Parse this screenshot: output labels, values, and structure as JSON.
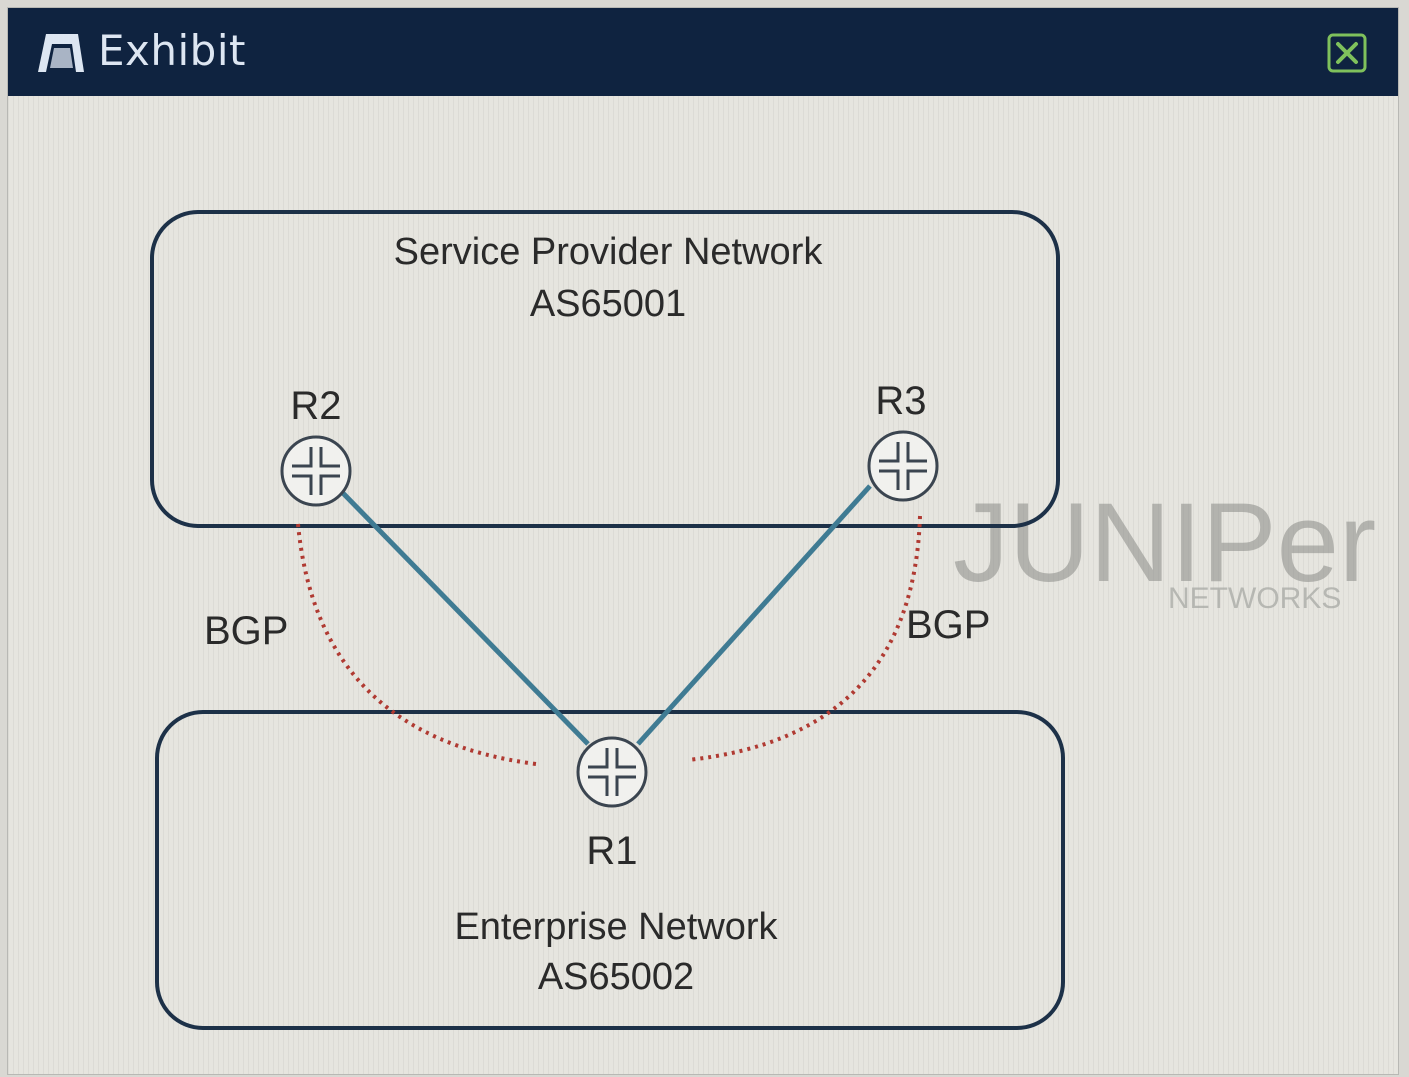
{
  "window": {
    "title": "Exhibit",
    "title_icon": "exhibit-icon",
    "close_icon": "close-icon"
  },
  "diagram": {
    "service_provider": {
      "name": "Service Provider Network",
      "as": "AS65001"
    },
    "enterprise": {
      "name": "Enterprise Network",
      "as": "AS65002"
    },
    "routers": {
      "r1": "R1",
      "r2": "R2",
      "r3": "R3"
    },
    "bgp_left": "BGP",
    "bgp_right": "BGP",
    "link_color": "#3f7b93",
    "bgp_color": "#b03a32",
    "box_color": "#1d3148"
  },
  "watermark": {
    "brand": "JUNIPer",
    "sub": "NETWORKS"
  }
}
